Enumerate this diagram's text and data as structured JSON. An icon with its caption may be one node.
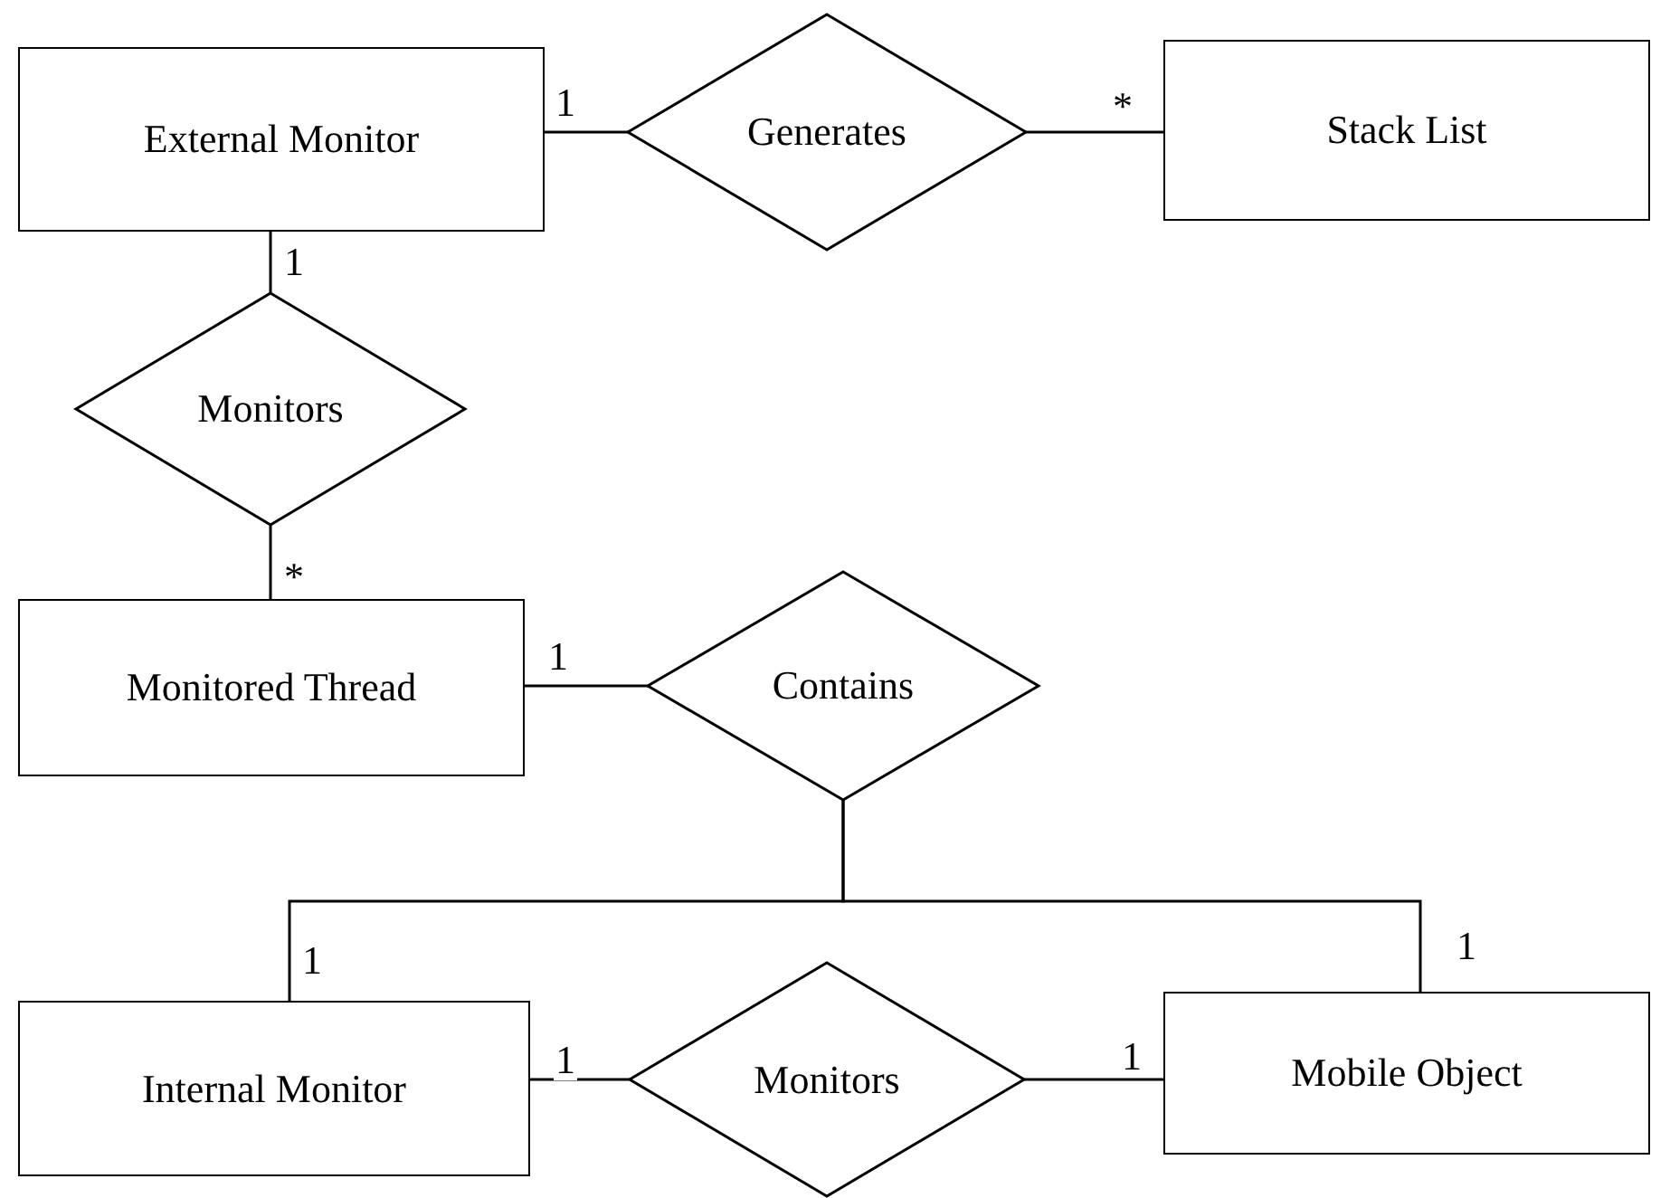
{
  "diagram": {
    "nodes": [
      {
        "text": [
          "External Monitor"
        ]
      },
      {
        "text": [
          "Generates"
        ]
      },
      {
        "text": [
          "Stack List"
        ]
      },
      {
        "text": [
          "Monitors"
        ]
      },
      {
        "text": [
          "Monitored Thread"
        ]
      },
      {
        "text": [
          "Contains"
        ]
      },
      {
        "text": [
          "Internal Monitor"
        ]
      },
      {
        "text": [
          "Monitors"
        ]
      },
      {
        "text": [
          "Mobile Object"
        ]
      }
    ],
    "edges": [
      {
        "from": 0,
        "to": 1,
        "arrow": "none",
        "label": "1"
      },
      {
        "from": 1,
        "to": 2,
        "arrow": "none",
        "label": "*"
      },
      {
        "from": 0,
        "to": 3,
        "arrow": "none",
        "label": "1"
      },
      {
        "from": 3,
        "to": 4,
        "arrow": "none",
        "label": "*"
      },
      {
        "from": 4,
        "to": 5,
        "arrow": "none",
        "label": "1"
      },
      {
        "from": 5,
        "to": 6,
        "arrow": "none",
        "label": "1"
      },
      {
        "from": 5,
        "to": 8,
        "arrow": "none",
        "label": "1"
      },
      {
        "from": 6,
        "to": 7,
        "arrow": "none",
        "label": "1"
      },
      {
        "from": 7,
        "to": 8,
        "arrow": "none",
        "label": "1"
      }
    ]
  }
}
